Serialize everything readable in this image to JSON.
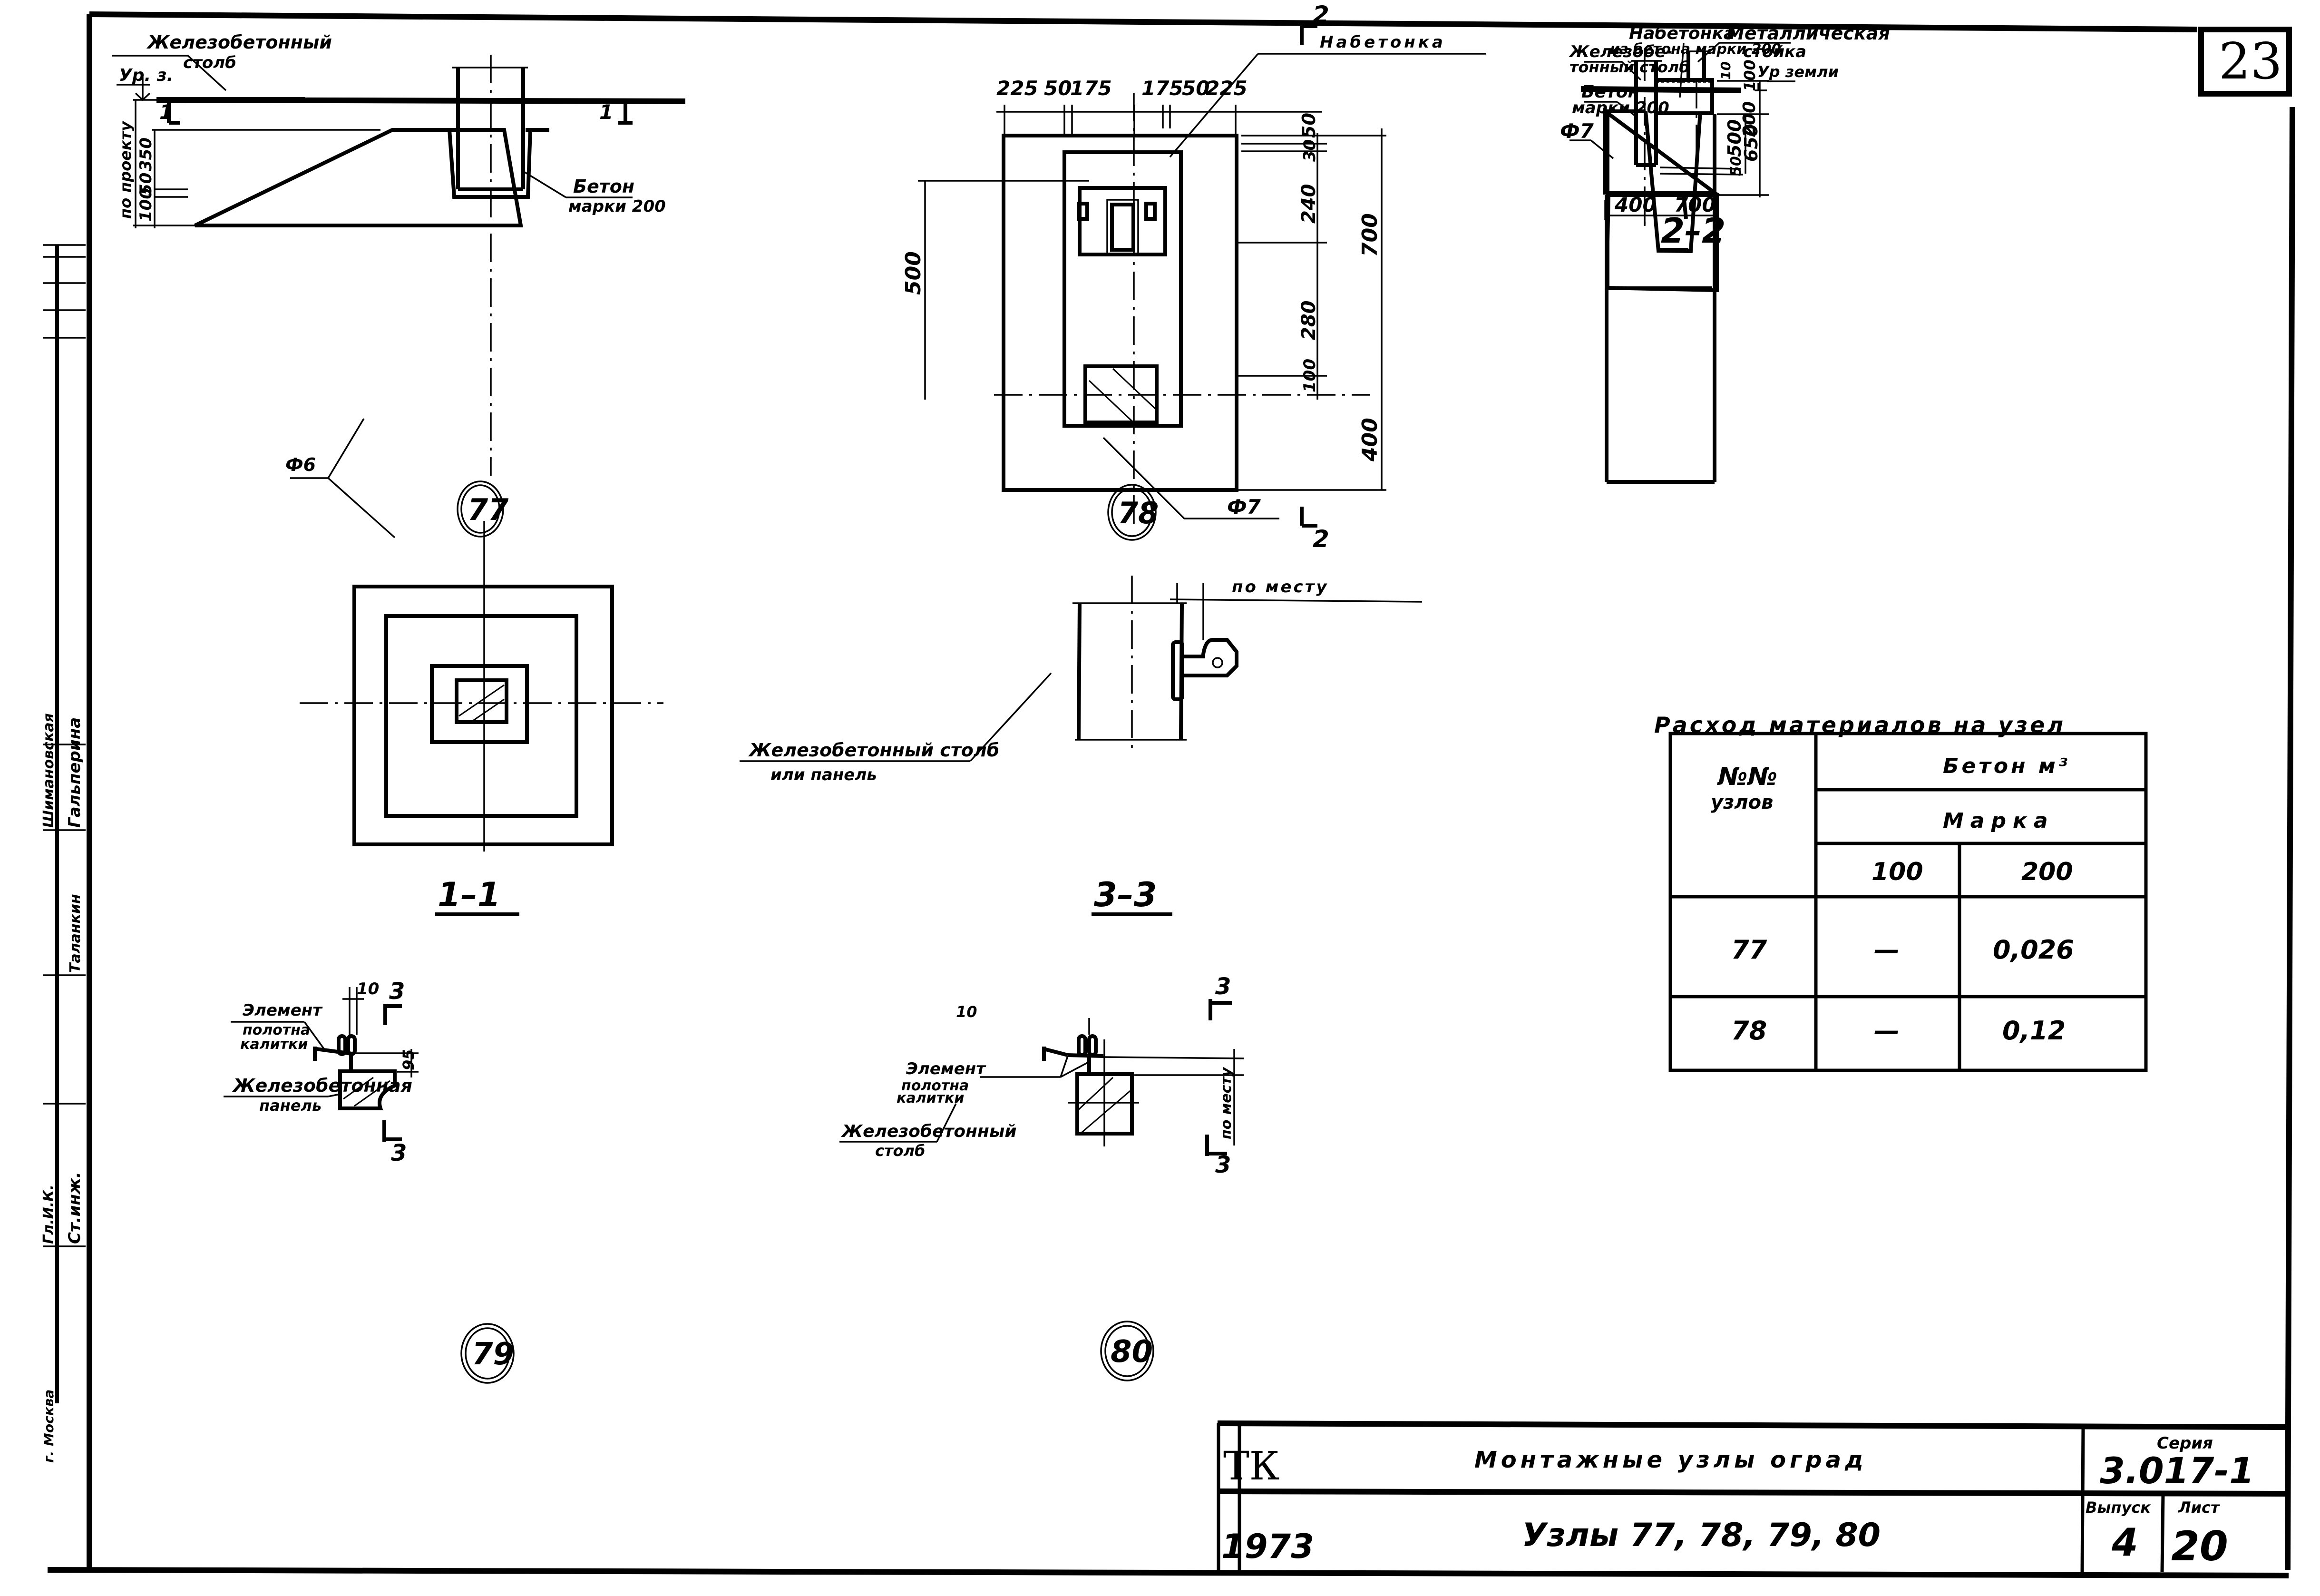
{
  "sheet": {
    "corner_number": "23",
    "side_stamp": {
      "row1": [
        "Гл.И.К.",
        "Шимановская"
      ],
      "row2": [
        "Ст.инж.",
        "Гальперина"
      ],
      "signature": "Таланкин",
      "city": "г. Москва"
    }
  },
  "node77": {
    "label": "77",
    "callout_post": [
      "Железобетонный",
      "столб"
    ],
    "ground_level": "Ур. з.",
    "section_mark": "1",
    "dim_total": "по проекту",
    "dims": [
      "350",
      "50",
      "100"
    ],
    "callout_concrete": [
      "Бетон",
      "марки 200"
    ],
    "callout_foundation": "Ф6"
  },
  "section11": {
    "title": "1–1"
  },
  "node78": {
    "label": "78",
    "dims_top": [
      "225",
      "50",
      "175",
      "175",
      "50",
      "225"
    ],
    "dims_right_inner": [
      "50",
      "30",
      "240",
      "280",
      "100"
    ],
    "dims_right_outer": [
      "700",
      "400"
    ],
    "dim_left": "500",
    "callout_top": "Набетонка",
    "callout_foundation": "Ф7",
    "section_mark": "2"
  },
  "section22": {
    "title": "2–2",
    "callout_nabetonka": [
      "Набетонка",
      "из бетона марки 200"
    ],
    "callout_metal": [
      "Металлическая",
      "стойка"
    ],
    "callout_post": [
      "Железобе-",
      "тонный столб"
    ],
    "callout_concrete": [
      "Бетон",
      "марки 200"
    ],
    "callout_foundation": "Ф7",
    "ground_level": "Ур земли",
    "dims_right": [
      "10",
      "100",
      "200",
      "500",
      "650",
      "50"
    ],
    "dims_bottom": [
      "400",
      "700"
    ]
  },
  "section33": {
    "title": "3–3",
    "callout_post": [
      "Железобетонный столб",
      "или панель"
    ],
    "dim_note": "по месту"
  },
  "node79": {
    "label": "79",
    "callout_element": [
      "Элемент",
      "полотна",
      "калитки"
    ],
    "callout_panel": [
      "Железобетонная",
      "панель"
    ],
    "dim_top": "10",
    "dim_right": "95",
    "section_mark": "3"
  },
  "node80": {
    "label": "80",
    "callout_element": [
      "Элемент",
      "полотна",
      "калитки"
    ],
    "callout_post": [
      "Железобетонный",
      "столб"
    ],
    "dim_top": "10",
    "dim_right": "по месту",
    "section_mark": "3"
  },
  "materials_table": {
    "title": "Расход материалов на узел",
    "header_node": [
      "№№",
      "узлов"
    ],
    "header_group": "Бетон м³",
    "header_sub": "Марка",
    "grades": [
      "100",
      "200"
    ],
    "rows": [
      {
        "node": "77",
        "m100": "—",
        "m200": "0,026"
      },
      {
        "node": "78",
        "m100": "—",
        "m200": "0,12"
      }
    ]
  },
  "title_block": {
    "org": "ТК",
    "year": "1973",
    "title": "Монтажные узлы оград",
    "subtitle": "Узлы 77, 78, 79, 80",
    "series_label": "Серия",
    "series": "3.017-1",
    "issue_label": "Выпуск",
    "issue": "4",
    "sheet_label": "Лист",
    "sheet": "20"
  }
}
